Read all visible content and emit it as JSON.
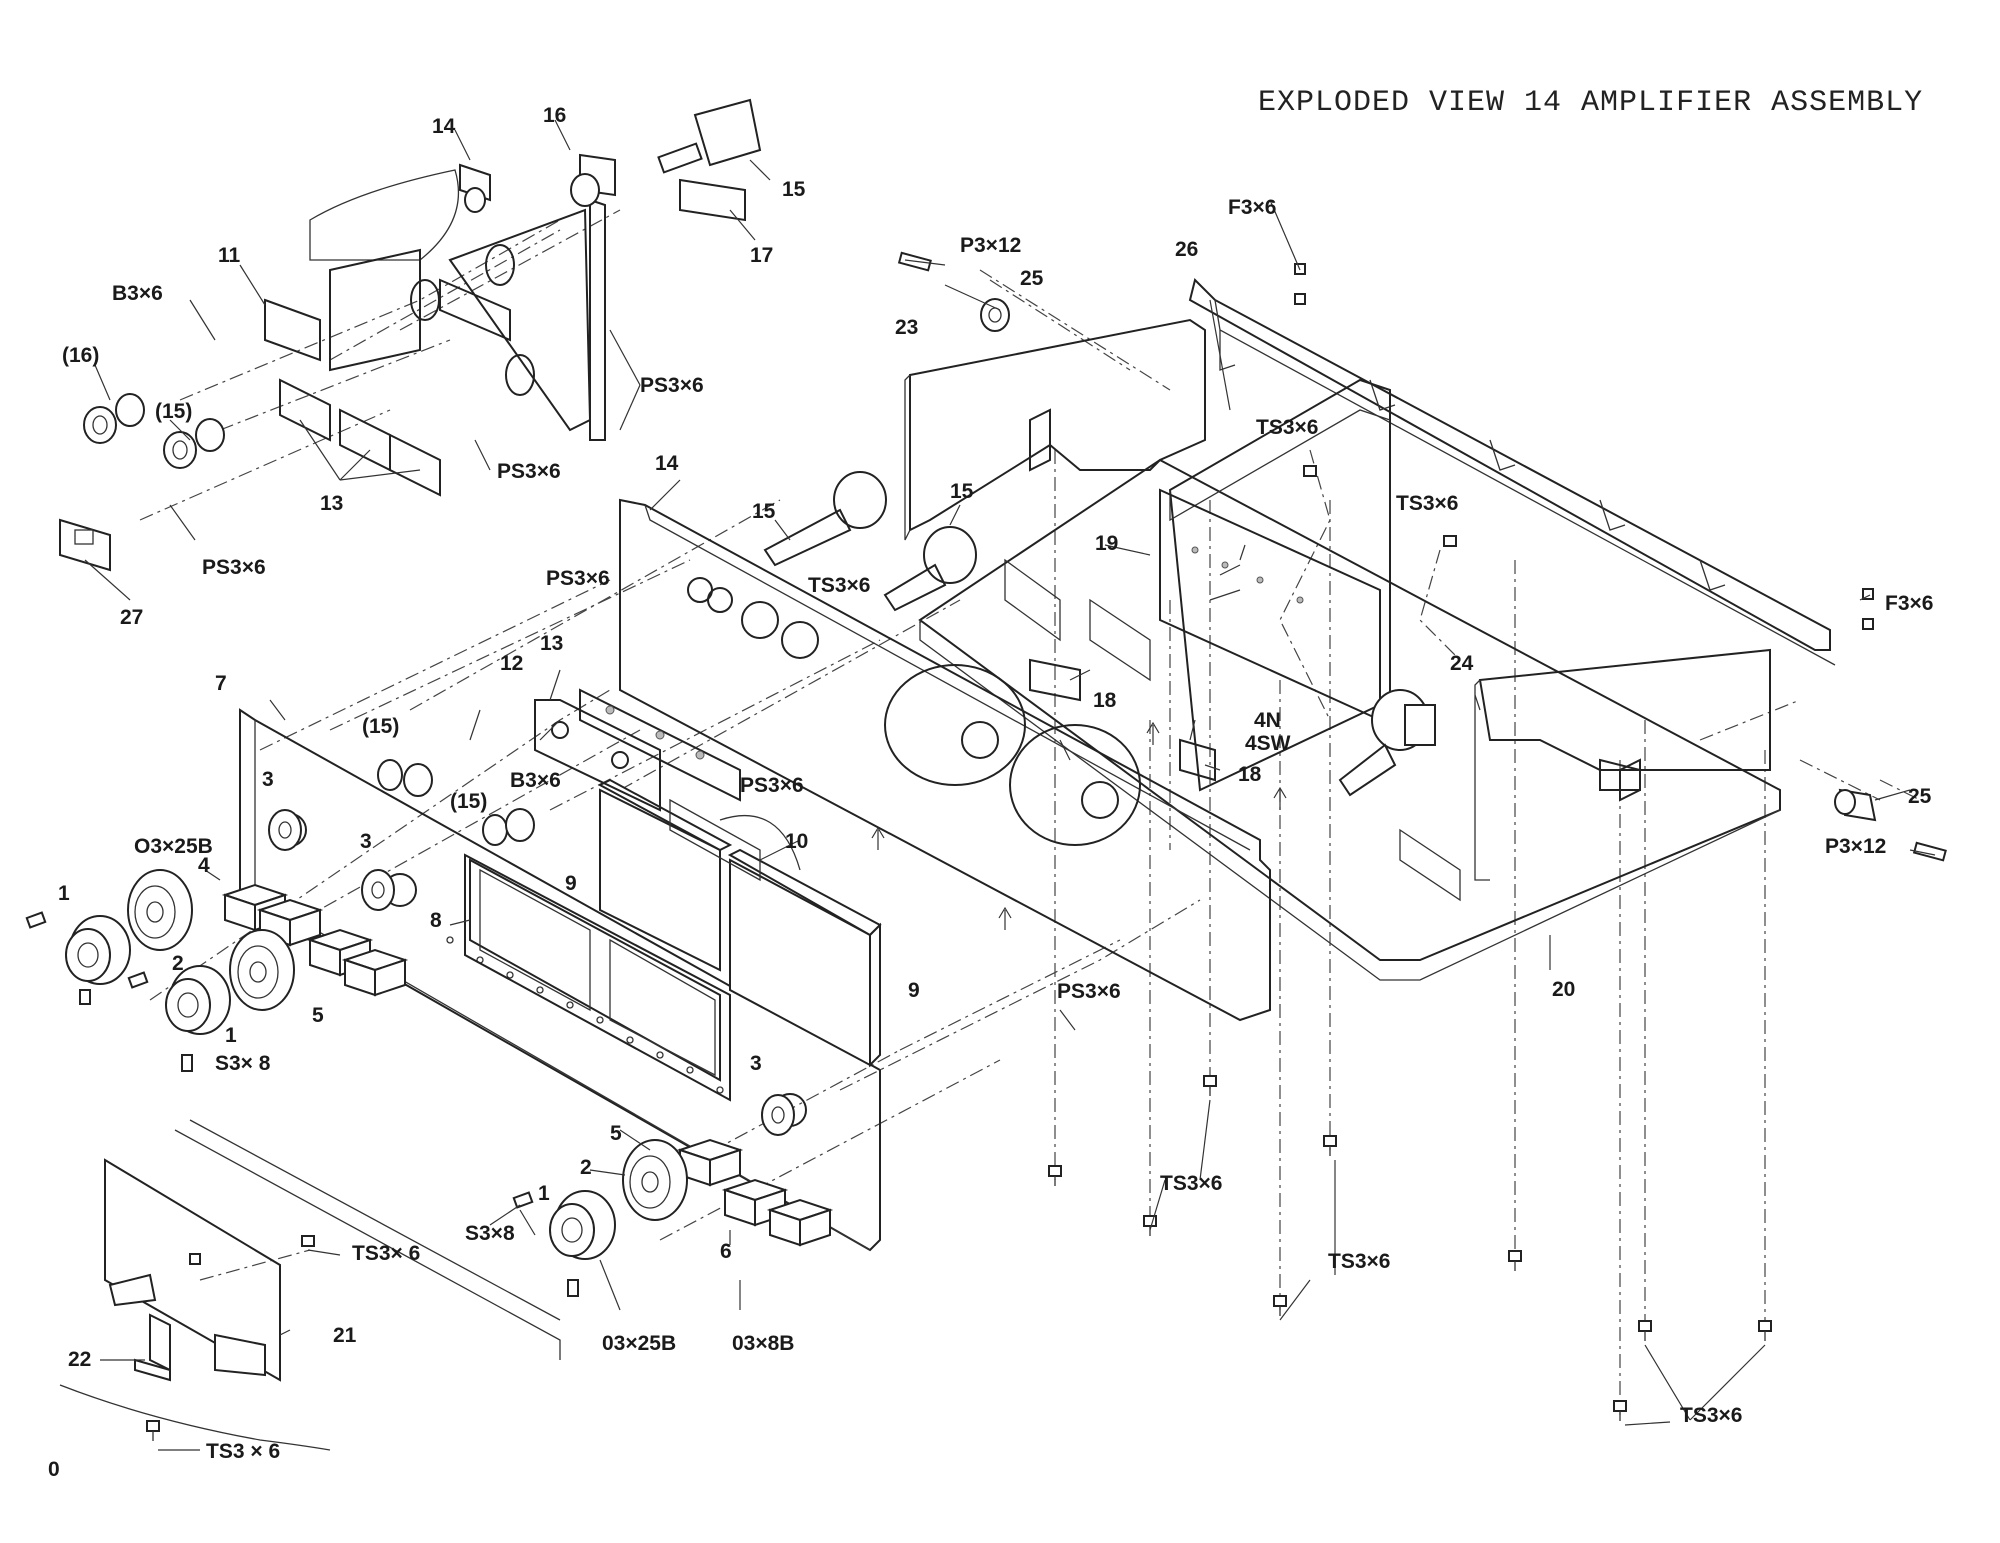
{
  "title": "EXPLODED VIEW 14 AMPLIFIER ASSEMBLY",
  "corner_mark": "0",
  "callouts": {
    "c1a": "1",
    "c1b": "1",
    "c1c": "1",
    "c2a": "2",
    "c2b": "2",
    "c3a": "3",
    "c3b": "3",
    "c3c": "3",
    "c4": "4",
    "c5a": "5",
    "c5b": "5",
    "c6": "6",
    "c7": "7",
    "c8": "8",
    "c9a": "9",
    "c9b": "9",
    "c10": "10",
    "c11": "11",
    "c12": "12",
    "c13a": "13",
    "c13b": "13",
    "c14a": "14",
    "c14b": "14",
    "c15a": "15",
    "c15b": "15",
    "c15c": "15",
    "c15p1": "(15)",
    "c15p2": "(15)",
    "c15p3": "(15)",
    "c16": "16",
    "c16p": "(16)",
    "c17": "17",
    "c18a": "18",
    "c18b": "18",
    "c19": "19",
    "c20": "20",
    "c21": "21",
    "c22": "22",
    "c23": "23",
    "c24": "24",
    "c25a": "25",
    "c25b": "25",
    "c26": "26",
    "c27": "27",
    "c4n": "4N",
    "c4sw": "4SW"
  },
  "screws": {
    "b3x6_a": "B3×6",
    "b3x6_b": "B3×6",
    "ps3x6_a": "PS3×6",
    "ps3x6_b": "PS3×6",
    "ps3x6_c": "PS3×6",
    "ps3x6_d": "PS3×6",
    "ps3x6_e": "PS3×6",
    "ps3x6_f": "PS3×6",
    "p3x12_a": "P3×12",
    "p3x12_b": "P3×12",
    "f3x6_a": "F3×6",
    "f3x6_b": "F3×6",
    "ts3x6_a": "TS3×6",
    "ts3x6_b": "TS3×6",
    "ts3x6_c": "TS3×6",
    "ts3x6_d": "TS3×6",
    "ts3x6_e": "TS3×6",
    "ts3x6_f": "TS3×6",
    "ts3x6_g": "TS3× 6",
    "ts3x6_h": "TS3 × 6",
    "o3x25b_a": "O3×25B",
    "o3x25b_b": "03×25B",
    "s3x8_a": "S3× 8",
    "s3x8_b": "S3×8",
    "o3x8b": "03×8B"
  }
}
